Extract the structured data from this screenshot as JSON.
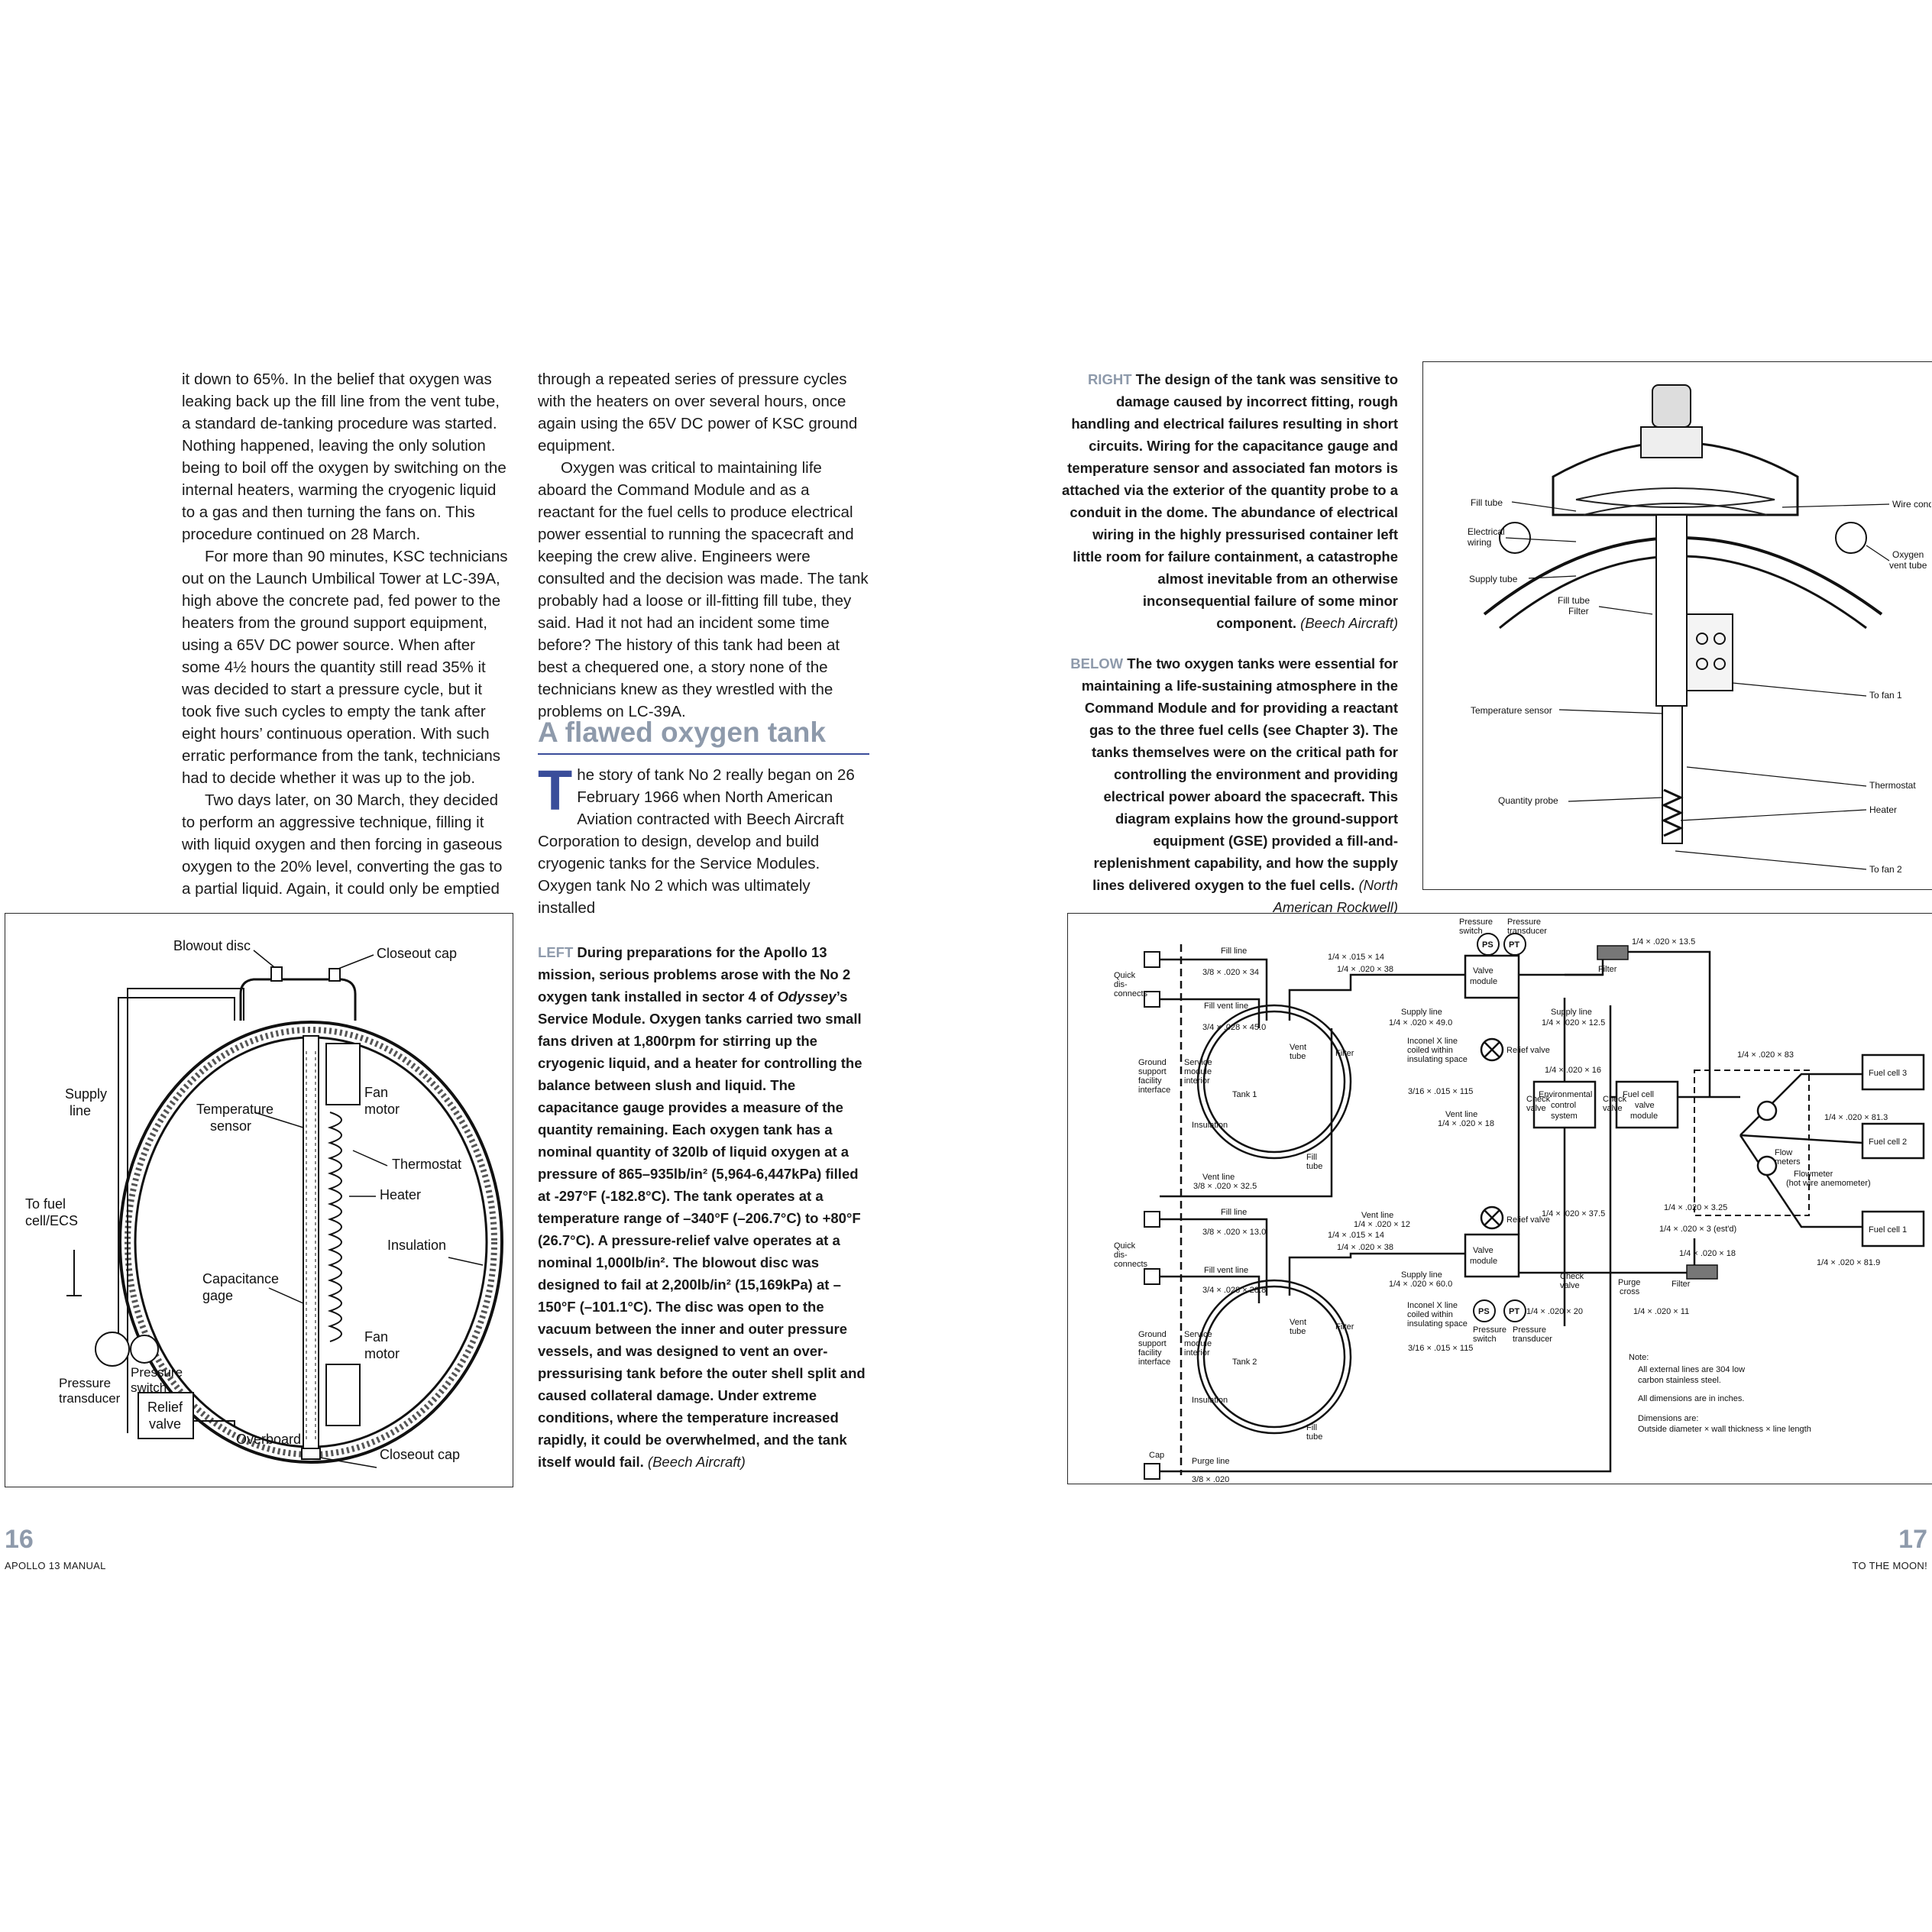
{
  "left_page": {
    "col1": [
      "it down to 65%. In the belief that oxygen was leaking back up the fill line from the vent tube, a standard de-tanking procedure was started. Nothing happened, leaving the only solution being to boil off the oxygen by switching on the internal heaters, warming the cryogenic liquid to a gas and then turning the fans on. This procedure continued on 28 March.",
      "For more than 90 minutes, KSC technicians out on the Launch Umbilical Tower at LC-39A, high above the concrete pad, fed power to the heaters from the ground support equipment, using a 65V DC power source. When after some 4½ hours the quantity still read 35% it was decided to start a pressure cycle, but it took five such cycles to empty the tank after eight hours’ continuous operation. With such erratic performance from the tank, technicians had to decide whether it was up to the job.",
      "Two days later, on 30 March, they decided to perform an aggressive technique, filling it with liquid oxygen and then forcing in gaseous oxygen to the 20% level, converting the gas to a partial liquid. Again, it could only be emptied"
    ],
    "col2": [
      "through a repeated series of pressure cycles with the heaters on over several hours, once again using the 65V DC power of KSC ground equipment.",
      "Oxygen was critical to maintaining life aboard the Command Module and as a reactant for the fuel cells to produce electrical power essential to running the spacecraft and keeping the crew alive. Engineers were consulted and the decision was made. The tank probably had a loose or ill-fitting fill tube, they said. Had it not had an incident some time before? The history of this tank had been at best a chequered one, a story none of the technicians knew as they wrestled with the problems on LC-39A."
    ],
    "section_heading": "A flawed oxygen tank",
    "dropcap": "T",
    "section_para": "he story of tank No 2 really began on 26 February 1966 when North American Aviation contracted with Beech Aircraft Corporation to design, develop and build cryogenic tanks for the Service Modules. Oxygen tank No 2 which was ultimately installed",
    "left_caption": {
      "tag": "LEFT",
      "text_a": "During preparations for the Apollo 13 mission, serious problems arose with the No 2 oxygen tank installed in sector 4 of ",
      "ship": "Odyssey",
      "text_b": "’s Service Module. Oxygen tanks carried two small fans driven at 1,800rpm for stirring up the cryogenic liquid, and a heater for controlling the balance between slush and liquid. The capacitance gauge provides a measure of the quantity remaining. Each oxygen tank has a nominal quantity of 320lb of liquid oxygen at a pressure of 865–935lb/in² (5,964-6,447kPa) filled at -297°F (-182.8°C). The tank operates at a temperature range of –340°F (–206.7°C) to +80°F (26.7°C). A pressure-relief valve operates at a nominal 1,000lb/in². The blowout disc was designed to fail at 2,200lb/in² (15,169kPa) at –150°F (–101.1°C). The disc was open to the vacuum between the inner and outer pressure vessels, and was designed to vent an over-pressurising tank before the outer shell split and caused collateral damage. Under extreme conditions, where the temperature increased rapidly, it could be overwhelmed, and the tank itself would fail.",
      "credit": "(Beech Aircraft)"
    },
    "folio": "16",
    "runner": "APOLLO 13 MANUAL"
  },
  "right_page": {
    "right_caption": {
      "tag": "RIGHT",
      "text": "The design of the tank was sensitive to damage caused by incorrect fitting, rough handling and electrical failures resulting in short circuits. Wiring for the capacitance gauge and temperature sensor and associated fan motors is attached via the exterior of the quantity probe to a conduit in the dome. The abundance of electrical wiring in the highly pressurised container left little room for failure containment, a catastrophe almost inevitable from an otherwise inconsequential failure of some minor component.",
      "credit": "(Beech Aircraft)"
    },
    "below_caption": {
      "tag": "BELOW",
      "text": "The two oxygen tanks were essential for maintaining a life-sustaining atmosphere in the Command Module and for providing a reactant gas to the three fuel cells (see Chapter 3). The tanks themselves were on the critical path for controlling the environment and providing electrical power aboard the spacecraft. This diagram explains how the ground-support equipment (GSE) provided a fill-and-replenishment capability, and how the supply lines delivered oxygen to the fuel cells.",
      "credit": "(North American Rockwell)"
    },
    "folio": "17",
    "runner": "TO THE MOON!"
  },
  "tank_diagram": {
    "blowout_disc": "Blowout disc",
    "closeout_cap_top": "Closeout cap",
    "supply_line": [
      "Supply",
      "line"
    ],
    "temperature_sensor": [
      "Temperature",
      "sensor"
    ],
    "fan_motor_top": [
      "Fan",
      "motor"
    ],
    "thermostat": "Thermostat",
    "heater": "Heater",
    "insulation": "Insulation",
    "to_fuel_cell": [
      "To fuel",
      "cell/ECS"
    ],
    "capacitance_gage": [
      "Capacitance",
      "gage"
    ],
    "fan_motor_bottom": [
      "Fan",
      "motor"
    ],
    "pressure_transducer": [
      "Pressure",
      "transducer"
    ],
    "pressure_switch": [
      "Pressure",
      "switch"
    ],
    "relief_valve": [
      "Relief",
      "valve"
    ],
    "closeout_cap_bottom": "Closeout cap",
    "overboard": "Overboard"
  },
  "dome_diagram": {
    "fill_tube": "Fill tube",
    "wire_conduit": "Wire conduit",
    "electrical_wiring": [
      "Electrical",
      "wiring"
    ],
    "oxygen_vent_tube": [
      "Oxygen",
      "vent tube"
    ],
    "supply_tube": "Supply tube",
    "fill_tube_filter": [
      "Fill tube",
      "Filter"
    ],
    "to_fan_1": "To fan 1",
    "temperature_sensor": "Temperature sensor",
    "thermostat": "Thermostat",
    "quantity_probe": "Quantity probe",
    "heater": "Heater",
    "to_fan_2": "To fan 2"
  },
  "schematic": {
    "pressure_switch": [
      "Pressure",
      "switch"
    ],
    "pressure_transducer": [
      "Pressure",
      "transducer"
    ],
    "ps": "PS",
    "pt": "PT",
    "fill_line": "Fill line",
    "fill_line_dim": "3/8 × .020 × 34",
    "quick_disconnects": [
      "Quick",
      "dis-",
      "connects"
    ],
    "fill_vent_line": "Fill vent line",
    "fill_vent_dim": "3/4 × .028 × 45.0",
    "dim_14_015_14": "1/4 × .015 × 14",
    "dim_14_020_38": "1/4 × .020 × 38",
    "valve_module": [
      "Valve",
      "module"
    ],
    "supply_line_1": [
      "Supply line",
      "1/4 × .020 × 49.0"
    ],
    "supply_line_2": [
      "Supply line",
      "1/4 × .020 × 12.5"
    ],
    "dim_14_020_135": "1/4 × .020 × 13.5",
    "filter": "Filter",
    "vent_tube": [
      "Vent",
      "tube"
    ],
    "inconel": [
      "Inconel X line",
      "coiled within",
      "insulating space"
    ],
    "relief_valve": "Relief valve",
    "gse_interface": [
      "Ground",
      "support",
      "facility",
      "interface"
    ],
    "sm_interior": [
      "Service",
      "module",
      "interior"
    ],
    "tank_1": "Tank 1",
    "tank_2": "Tank 2",
    "dim_316_015_115": "3/16 × .015 × 115",
    "dim_14_020_16": "1/4 × .020 × 16",
    "check_valve": [
      "Check",
      "valve"
    ],
    "env_control": [
      "Environmental",
      "control",
      "system"
    ],
    "fuel_cell_valve_module": [
      "Fuel cell",
      "valve",
      "module"
    ],
    "dim_14_020_83": "1/4 × .020 × 83",
    "fuel_cell_3": "Fuel cell 3",
    "fuel_cell_2": "Fuel cell 2",
    "fuel_cell_1": "Fuel cell 1",
    "dim_14_020_813": "1/4 × .020 × 81.3",
    "dim_14_020_819": "1/4 × .020 × 81.9",
    "flowmeters": [
      "Flow",
      "meters"
    ],
    "flowmeter_note": [
      "Flowmeter",
      "(hot wire anemometer)"
    ],
    "insulation": "Insulation",
    "vent_line_1": [
      "Vent line",
      "1/4 × .020 × 18"
    ],
    "fill_tube": [
      "Fill",
      "tube"
    ],
    "vent_line_2": [
      "Vent line",
      "3/8 × .020 × 32.5"
    ],
    "dim_14_020_375": "1/4 × .020 × 37.5",
    "dim_14_020_325": "1/4 × .020 × 3.25",
    "dim_est": "1/4 × .020 × 3 (est'd)",
    "dim_14_020_18": "1/4 × .020 × 18",
    "vent_line_3": [
      "Vent line",
      "1/4 × .020 × 12"
    ],
    "fill_line_2_dim": "3/8 × .020 × 13.0",
    "fill_vent_2_dim": "3/4 × .028 × 28.8",
    "supply_line_3": [
      "Supply line",
      "1/4 × .020 × 60.0"
    ],
    "dim_14_020_20": "1/4 × .020 × 20",
    "purge_cross": [
      "Purge",
      "cross"
    ],
    "dim_14_020_11": "1/4 × .020 × 11",
    "cap": "Cap",
    "purge_line": "Purge line",
    "purge_dim": "3/8 × .020",
    "notes": [
      "Note:",
      "All external lines are 304 low",
      "carbon stainless steel.",
      "All dimensions are in inches.",
      "Dimensions are:",
      "Outside diameter × wall thickness × line length"
    ]
  }
}
